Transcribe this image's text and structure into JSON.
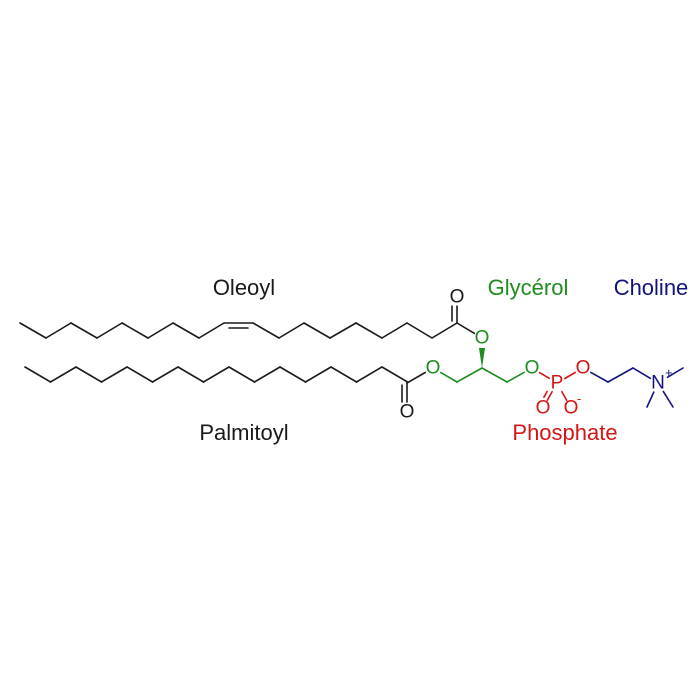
{
  "labels": {
    "oleoyl": "Oleoyl",
    "glycerol": "Glycérol",
    "choline": "Choline",
    "palmitoyl": "Palmitoyl",
    "phosphate": "Phosphate"
  },
  "atoms": {
    "oxygen": "O",
    "phosphorus": "P",
    "nitrogen": "N",
    "plus": "+",
    "minus": "-"
  },
  "colors": {
    "chain": "#1a1a1a",
    "glycerol": "#1e8c1e",
    "phosphate": "#d41515",
    "choline": "#12127e"
  }
}
